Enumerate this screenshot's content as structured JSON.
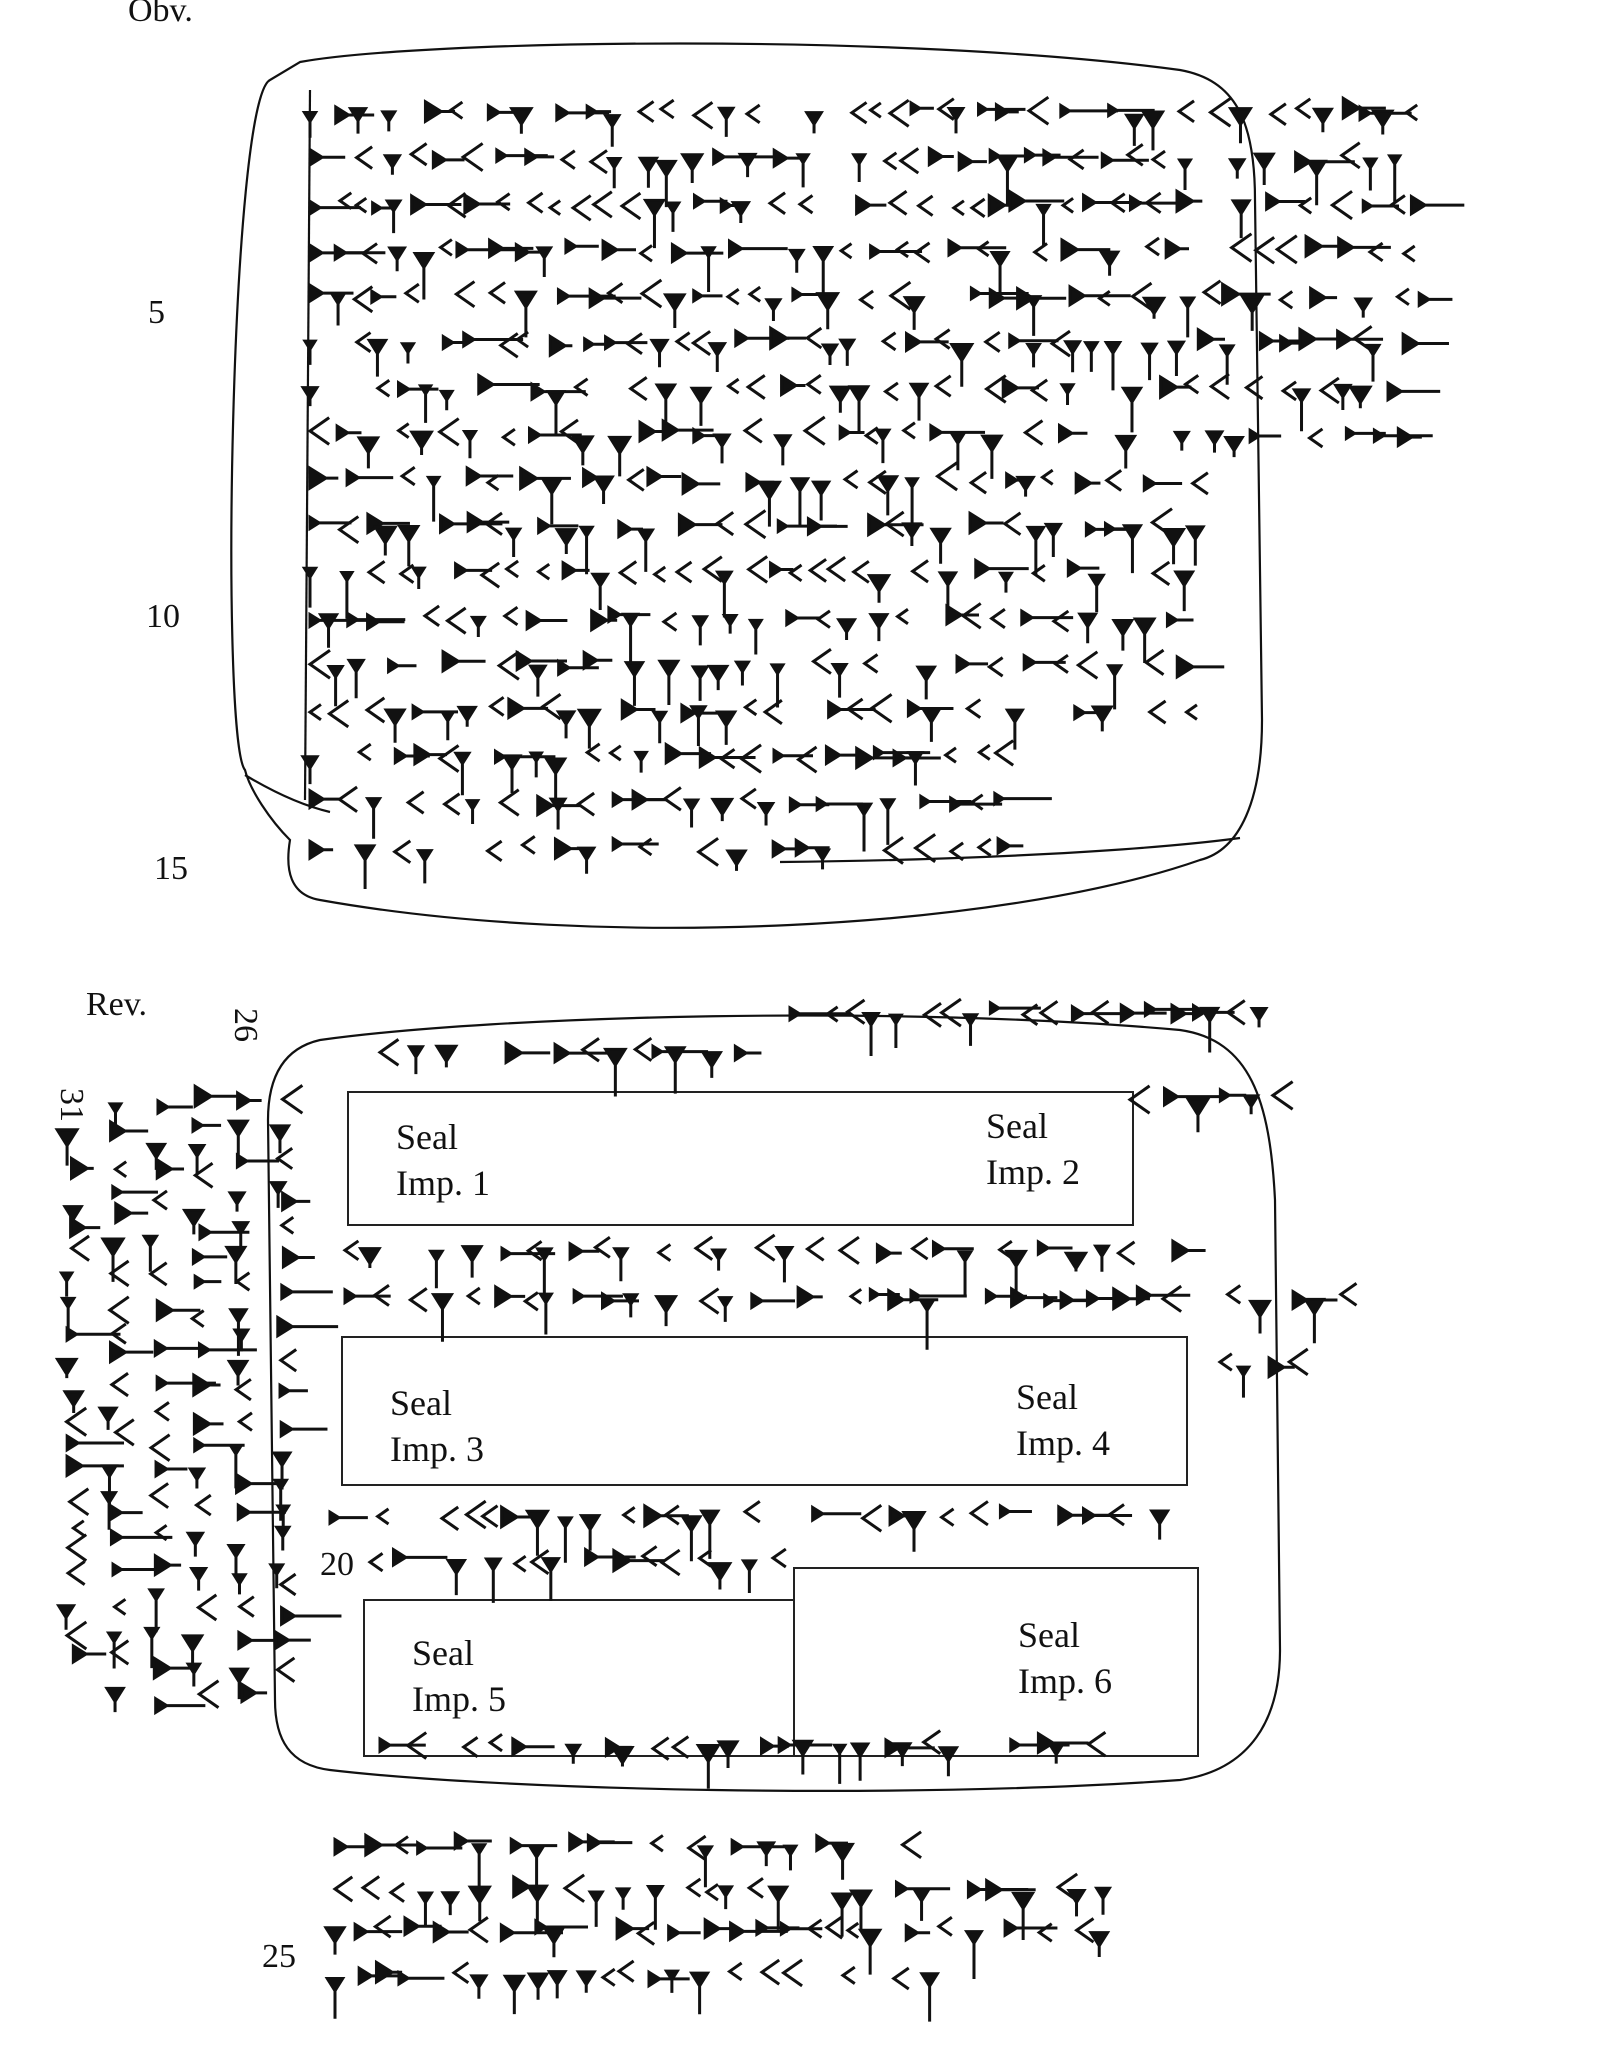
{
  "sides": {
    "obverse": "Obv.",
    "reverse": "Rev."
  },
  "line_numbers": {
    "obverse": [
      "5",
      "10",
      "15"
    ],
    "reverse": [
      "20",
      "25",
      "26",
      "31"
    ]
  },
  "seal_impressions": [
    {
      "label": "Seal\nImp. 1"
    },
    {
      "label": "Seal\nImp. 2"
    },
    {
      "label": "Seal\nImp. 3"
    },
    {
      "label": "Seal\nImp. 4"
    },
    {
      "label": "Seal\nImp. 5"
    },
    {
      "label": "Seal\nImp. 6"
    }
  ]
}
